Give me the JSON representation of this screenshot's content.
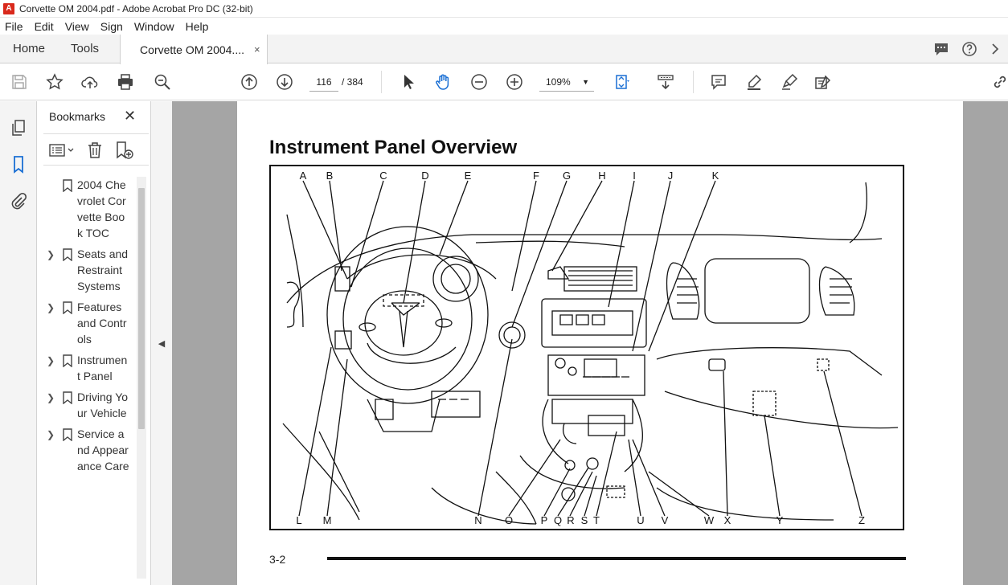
{
  "window": {
    "title": "Corvette OM 2004.pdf - Adobe Acrobat Pro DC (32-bit)"
  },
  "menu": [
    "File",
    "Edit",
    "View",
    "Sign",
    "Window",
    "Help"
  ],
  "tabs": {
    "home": "Home",
    "tools": "Tools",
    "document": "Corvette OM 2004....",
    "close_glyph": "×"
  },
  "toolbar": {
    "page_current": "116",
    "page_total": "/ 384",
    "zoom": "109%"
  },
  "bookmarks": {
    "title": "Bookmarks",
    "items": [
      {
        "label": "2004 Chevrolet Corvette Book TOC",
        "expandable": false
      },
      {
        "label": "Seats and Restraint Systems",
        "expandable": true
      },
      {
        "label": "Features and Controls",
        "expandable": true
      },
      {
        "label": "Instrument Panel",
        "expandable": true
      },
      {
        "label": "Driving Your Vehicle",
        "expandable": true
      },
      {
        "label": "Service and Appearance Care",
        "expandable": true
      }
    ]
  },
  "document": {
    "heading": "Instrument Panel Overview",
    "page_label": "3-2",
    "callouts_top": [
      "A",
      "B",
      "C",
      "D",
      "E",
      "F",
      "G",
      "H",
      "I",
      "J",
      "K"
    ],
    "callouts_bottom": [
      "L",
      "M",
      "N",
      "O",
      "P",
      "Q",
      "R",
      "S",
      "T",
      "U",
      "V",
      "W",
      "X",
      "Y",
      "Z"
    ]
  }
}
